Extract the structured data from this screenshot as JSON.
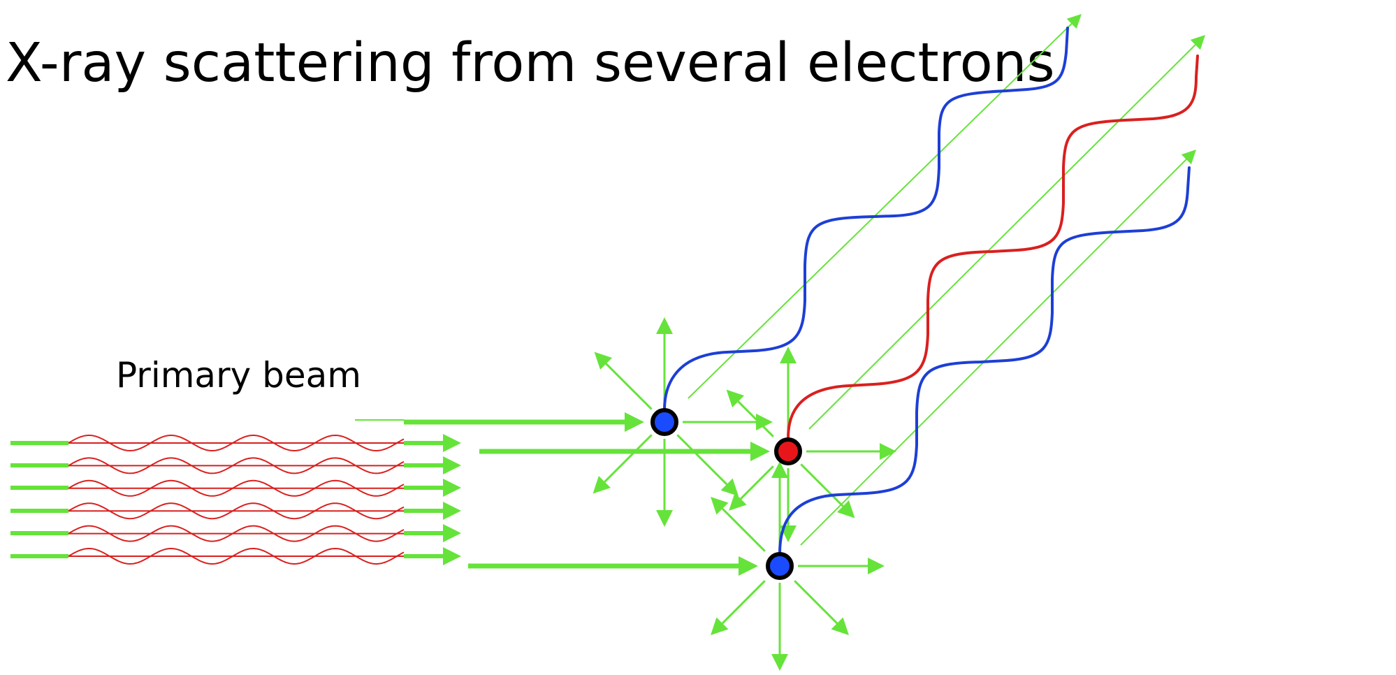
{
  "title": "X-ray scattering from several electrons",
  "primary_beam_label": "Primary beam",
  "colors": {
    "arrow": "#66e33a",
    "incident_wave": "#d9201f",
    "in_phase_wave": "#d9201f",
    "out_of_phase_wave": "#1d3fd6",
    "electron_blue": "#1a4bff",
    "electron_red": "#e8161a",
    "outline": "#000000"
  },
  "incident_wave_count": 6,
  "electrons": [
    {
      "name": "electron-top",
      "color": "blue"
    },
    {
      "name": "electron-middle",
      "color": "red"
    },
    {
      "name": "electron-bottom",
      "color": "blue"
    }
  ],
  "scattered_waves": [
    {
      "name": "scattered-wave-top",
      "color": "blue"
    },
    {
      "name": "scattered-wave-middle",
      "color": "red"
    },
    {
      "name": "scattered-wave-bottom",
      "color": "blue"
    }
  ]
}
